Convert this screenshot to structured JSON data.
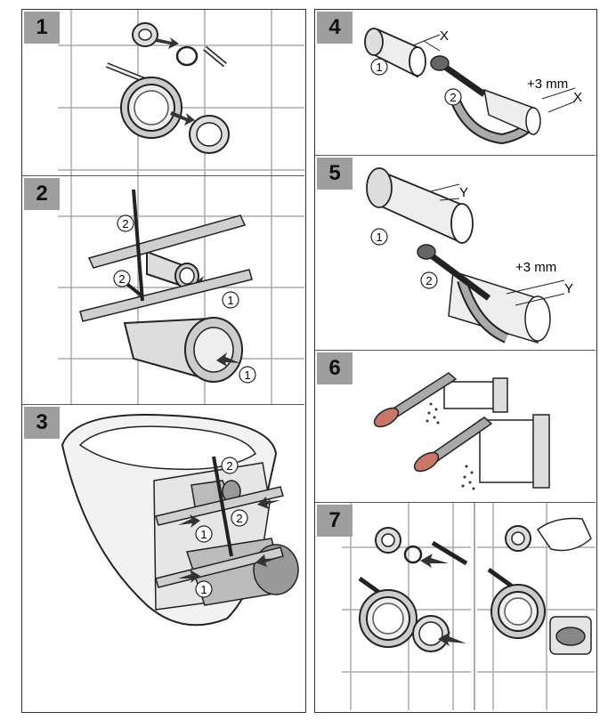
{
  "steps": [
    {
      "number": "1"
    },
    {
      "number": "2",
      "callouts": [
        "2",
        "2",
        "1",
        "1"
      ]
    },
    {
      "number": "3",
      "callouts": [
        "2",
        "2",
        "1",
        "1"
      ]
    },
    {
      "number": "4",
      "callouts": [
        "1",
        "2"
      ],
      "dim_x": "X",
      "dim_x2": "X",
      "offset": "+3 mm"
    },
    {
      "number": "5",
      "callouts": [
        "1",
        "2"
      ],
      "dim_y": "Y",
      "dim_y2": "Y",
      "offset": "+3 mm"
    },
    {
      "number": "6"
    },
    {
      "number": "7"
    }
  ]
}
